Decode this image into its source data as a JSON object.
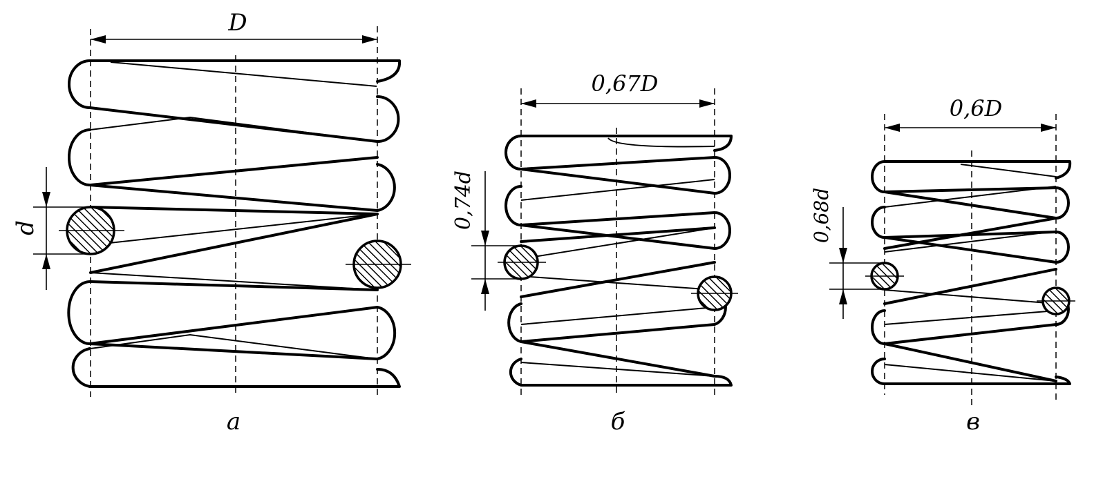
{
  "figure": {
    "springs": [
      {
        "id": "a",
        "caption": "а",
        "diameter_label": "D",
        "wire_label": "d"
      },
      {
        "id": "b",
        "caption": "б",
        "diameter_label": "0,67D",
        "wire_label": "0,74d"
      },
      {
        "id": "c",
        "caption": "в",
        "diameter_label": "0,6D",
        "wire_label": "0,68d"
      }
    ]
  }
}
